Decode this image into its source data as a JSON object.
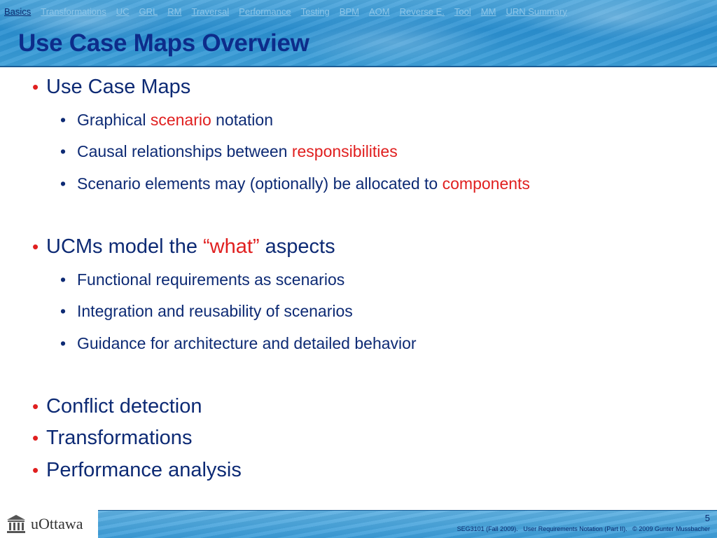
{
  "nav": {
    "items": [
      "Basics",
      "Transformations",
      "UC",
      "GRL",
      "RM",
      "Traversal",
      "Performance",
      "Testing",
      "BPM",
      "AOM",
      "Reverse E.",
      "Tool",
      "MM",
      "URN Summary"
    ],
    "active": "Basics"
  },
  "slide": {
    "title": "Use Case Maps Overview",
    "bullets": {
      "b1": "Use Case Maps",
      "b1_1": {
        "pre": "Graphical ",
        "hl": "scenario",
        "post": " notation"
      },
      "b1_2": {
        "pre": "Causal relationships between ",
        "hl": "responsibilities"
      },
      "b1_3": {
        "pre": "Scenario elements may (optionally) be allocated to ",
        "hl": "components"
      },
      "b2": {
        "pre": "UCMs model the ",
        "hl": "“what”",
        "post": " aspects"
      },
      "b2_1": "Functional requirements as scenarios",
      "b2_2": "Integration and reusability of scenarios",
      "b2_3": "Guidance for architecture and detailed behavior",
      "b3": "Conflict detection",
      "b4": "Transformations",
      "b5": "Performance analysis"
    },
    "bullet_glyph": "•"
  },
  "footer": {
    "logo": "uOttawa",
    "page_number": "5",
    "course": "SEG3101 (Fall 2009).",
    "lecture": "User Requirements Notation (Part II).",
    "copyright": "© 2009 Gunter Mussbacher"
  },
  "colors": {
    "title": "#0d2c8a",
    "text": "#0d2a74",
    "highlight": "#e01f1f",
    "header": "#2a8fd0"
  }
}
